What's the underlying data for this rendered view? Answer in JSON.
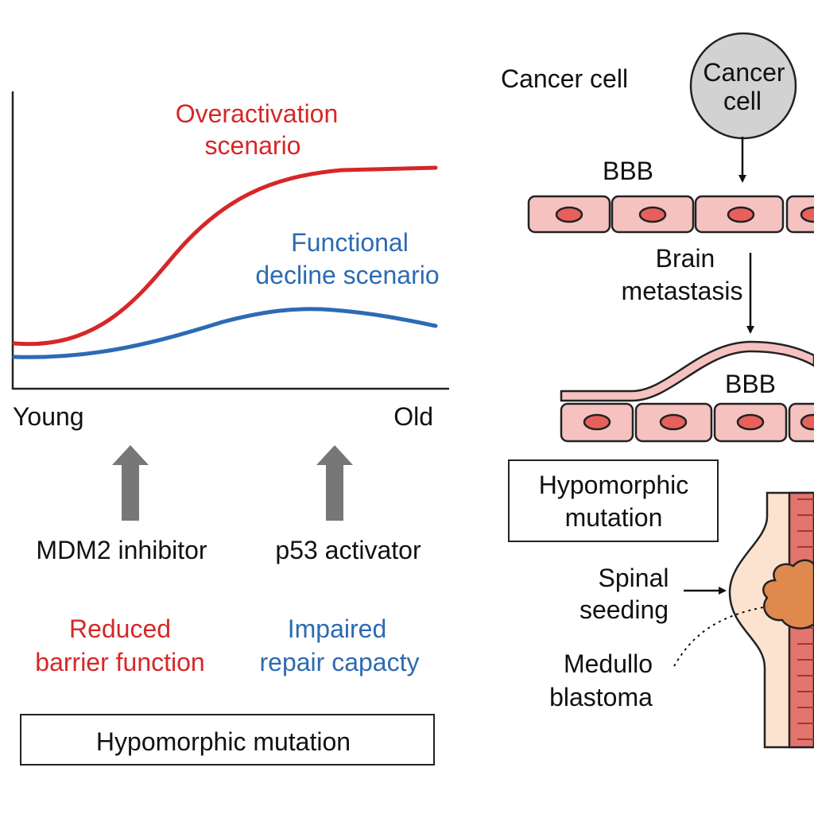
{
  "graph": {
    "overactivation_line1": "Overactivation",
    "overactivation_line2": "scenario",
    "decline_line1": "Functional",
    "decline_line2": "decline scenario",
    "x_left": "Young",
    "x_right": "Old",
    "colors": {
      "overactivation": "#d62728",
      "decline": "#2c6bb3"
    }
  },
  "interventions": {
    "left_label": "MDM2 inhibitor",
    "right_label": "p53 activator",
    "arrow_color": "#777777"
  },
  "effects": {
    "left_line1": "Reduced",
    "left_line2": "barrier function",
    "right_line1": "Impaired",
    "right_line2": "repair capacty"
  },
  "bottom_box": {
    "label": "Hypomorphic mutation"
  },
  "metastasis": {
    "cancer_cell_label": "Cancer cell",
    "circle_line1": "Cancer",
    "circle_line2": "cell",
    "bbb_top": "BBB",
    "brain_line1": "Brain",
    "brain_line2": "metastasis",
    "bbb_bottom": "BBB",
    "hypo_box_line1": "Hypomorphic",
    "hypo_box_line2": "mutation",
    "spinal_line1": "Spinal",
    "spinal_line2": "seeding",
    "medullo_line1": "Medullo",
    "medullo_line2": "blastoma"
  }
}
